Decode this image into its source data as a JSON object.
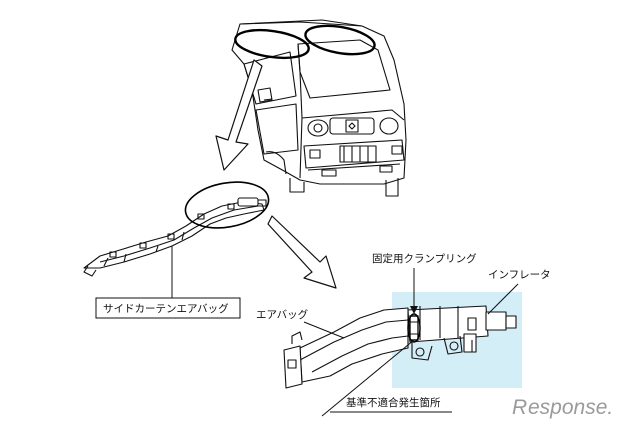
{
  "labels": {
    "side_curtain_airbag": "サイドカーテンエアバッグ",
    "fixing_clamp_ring": "固定用クランプリング",
    "inflator": "インフレータ",
    "airbag": "エアバッグ",
    "nonconformity_location": "基準不適合発生箇所"
  },
  "watermark": {
    "text": "esponse.",
    "logo_letter": "R"
  },
  "colors": {
    "highlight": "#d4eef8",
    "line": "#111111",
    "watermark": "#9a9a9a"
  }
}
